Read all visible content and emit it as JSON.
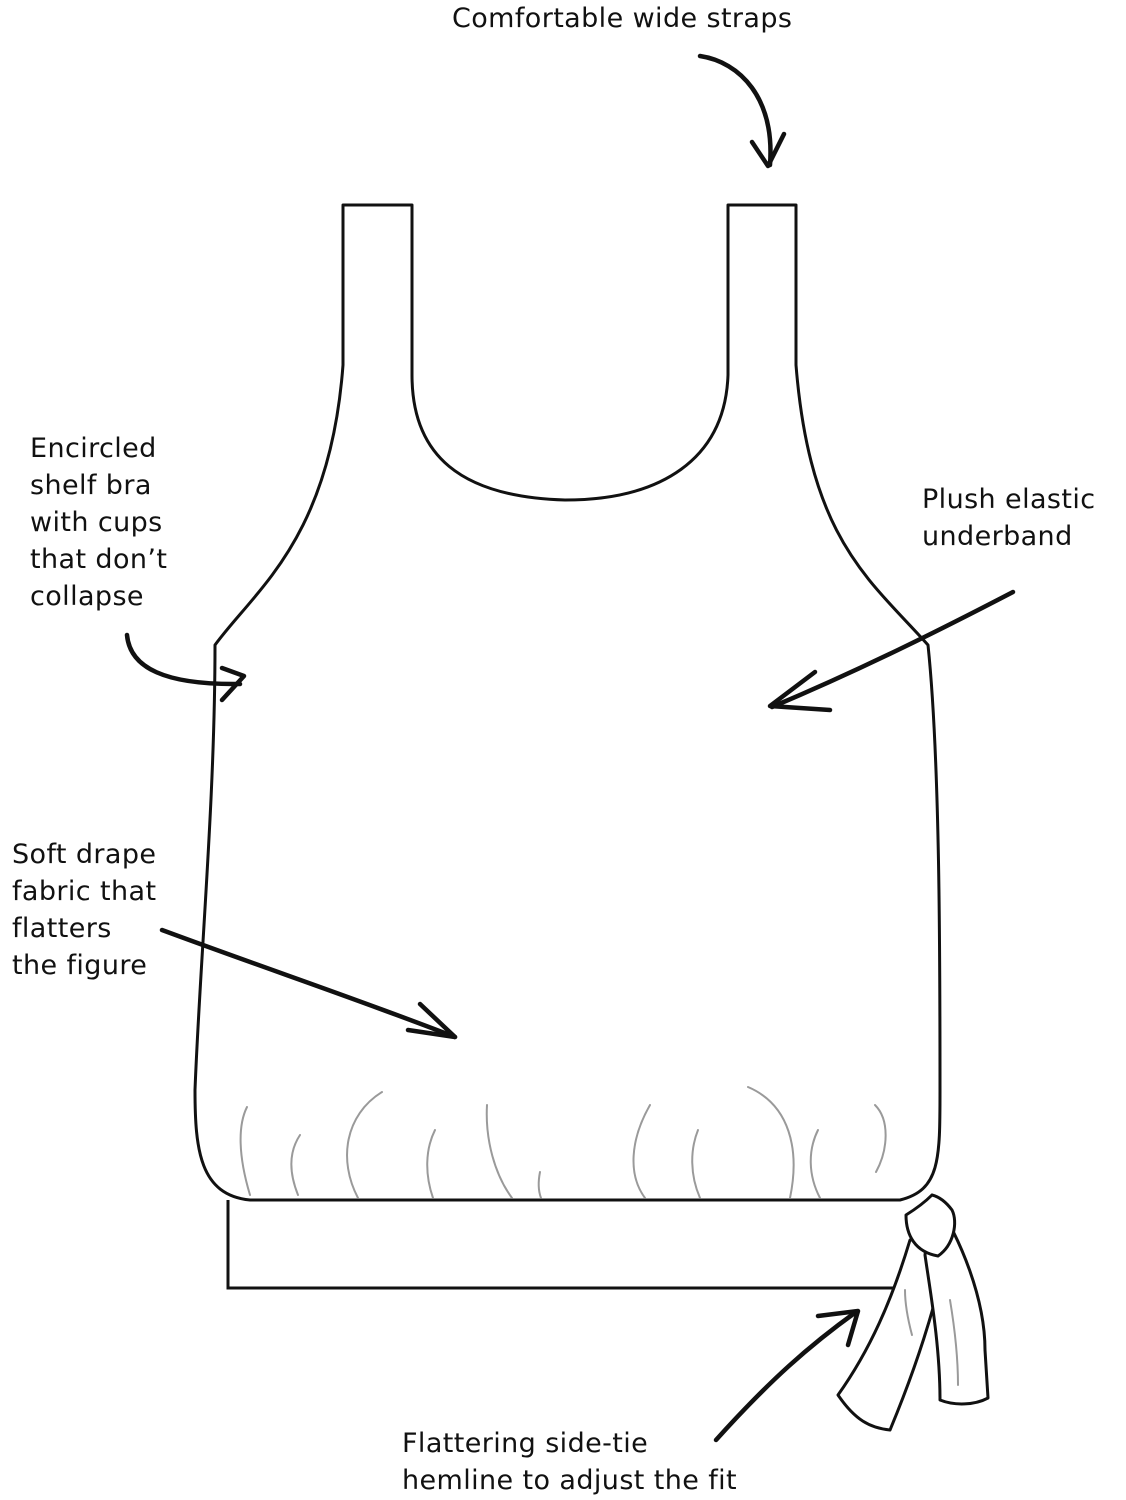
{
  "callouts": {
    "straps": {
      "lines": [
        "Comfortable wide straps"
      ]
    },
    "shelf_bra": {
      "lines": [
        "Encircled",
        "shelf bra",
        "with cups",
        "that don’t",
        "collapse"
      ]
    },
    "underband": {
      "lines": [
        "Plush elastic",
        "underband"
      ]
    },
    "fabric": {
      "lines": [
        "Soft drape",
        "fabric that",
        "flatters",
        "the figure"
      ]
    },
    "hemline": {
      "lines": [
        "Flattering side-tie",
        "hemline to adjust the fit"
      ]
    }
  },
  "colors": {
    "ink": "#111111",
    "gather_lines": "#9a9a9a",
    "background": "#ffffff"
  }
}
